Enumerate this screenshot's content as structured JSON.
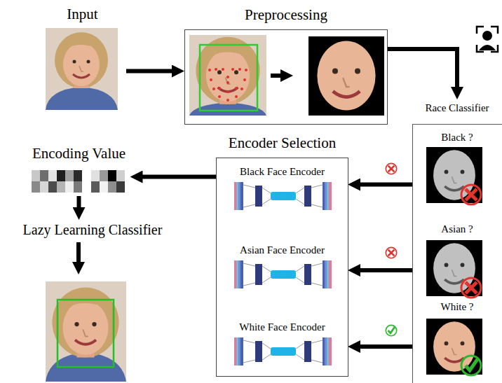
{
  "diagram": {
    "nodes": [
      {
        "text": [
          "Input"
        ]
      },
      {
        "text": [
          "Preprocessing"
        ]
      },
      {
        "text": [
          "Race Classifier"
        ]
      },
      {
        "text": [
          "Black ?"
        ],
        "in": 2
      },
      {
        "text": [
          "Asian ?"
        ],
        "in": 2
      },
      {
        "text": [
          "White ?"
        ],
        "in": 2
      },
      {
        "text": [
          "Encoder Selection"
        ]
      },
      {
        "text": [
          "Black Face Encoder"
        ],
        "in": 6
      },
      {
        "text": [
          "Asian Face Encoder"
        ],
        "in": 6
      },
      {
        "text": [
          "White Face Encoder"
        ],
        "in": 6
      },
      {
        "text": [
          "Encoding Value"
        ]
      },
      {
        "text": [
          "Lazy Learning Classifier"
        ]
      }
    ],
    "edges": [
      {
        "from": 0,
        "to": 1,
        "arrow": "to"
      },
      {
        "from": 1,
        "to": 2,
        "arrow": "to"
      },
      {
        "from": 3,
        "to": 7,
        "arrow": "to"
      },
      {
        "from": 4,
        "to": 8,
        "arrow": "to"
      },
      {
        "from": 5,
        "to": 9,
        "arrow": "to"
      },
      {
        "from": 6,
        "to": 10,
        "arrow": "to"
      },
      {
        "from": 10,
        "to": 11,
        "arrow": "to"
      }
    ]
  }
}
